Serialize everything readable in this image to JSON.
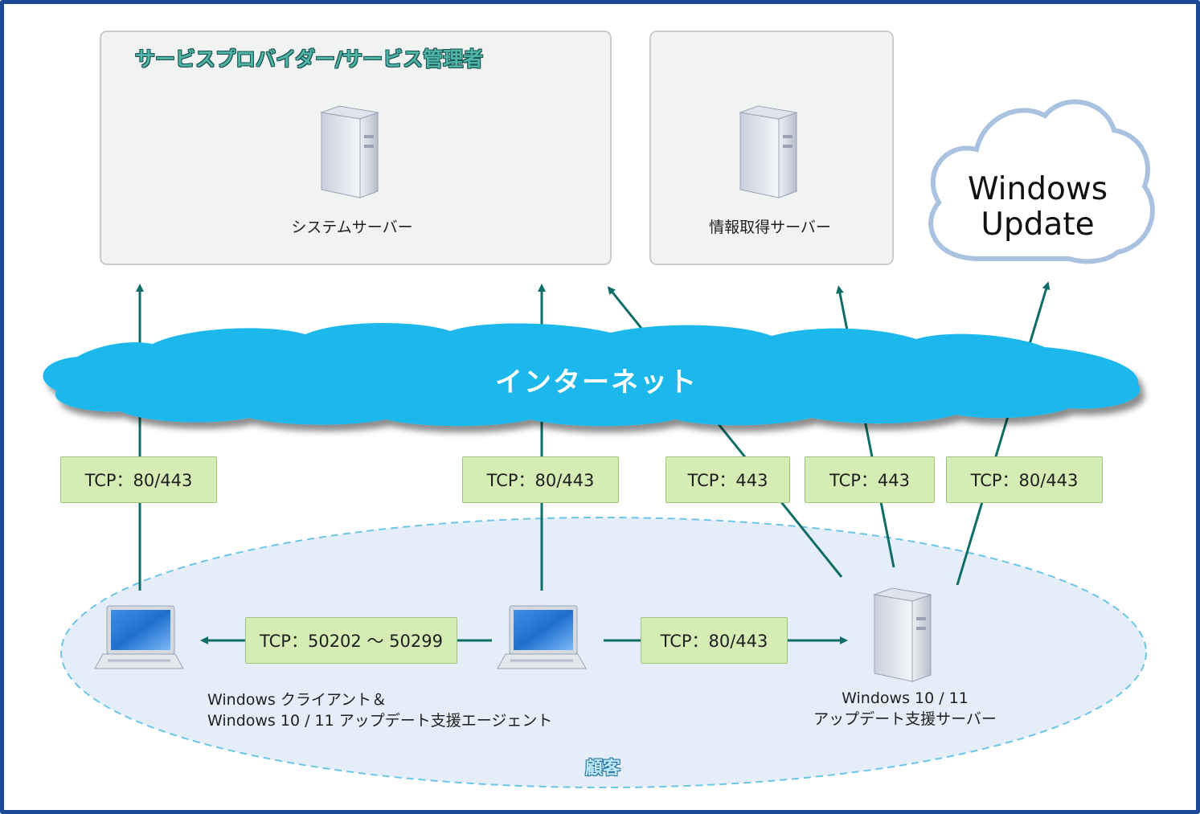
{
  "provider_box": {
    "title": "サービスプロバイダー/サービス管理者",
    "server_label": "システムサーバー"
  },
  "info_box": {
    "server_label": "情報取得サーバー"
  },
  "cloud": {
    "line1": "Windows",
    "line2": "Update"
  },
  "internet": {
    "label": "インターネット"
  },
  "ports": {
    "p1": "TCP：80/443",
    "p2": "TCP：80/443",
    "p3": "TCP：443",
    "p4": "TCP：443",
    "p5": "TCP：80/443",
    "p6": "TCP：50202 ～ 50299",
    "p7": "TCP：80/443"
  },
  "customer": {
    "label": "顧客",
    "client_line1": "Windows クライアント＆",
    "client_line2": "Windows 10 / 11 アップデート支援エージェント",
    "server_line1": "Windows 10 / 11",
    "server_line2": "アップデート支援サーバー"
  },
  "colors": {
    "frame": "#1c4a96",
    "arrow": "#0f6d68",
    "internet": "#1db8ec",
    "port_box": "#d5ecb4",
    "customer_area": "#e5edf8",
    "cloud_outline": "#a8c2e0"
  }
}
